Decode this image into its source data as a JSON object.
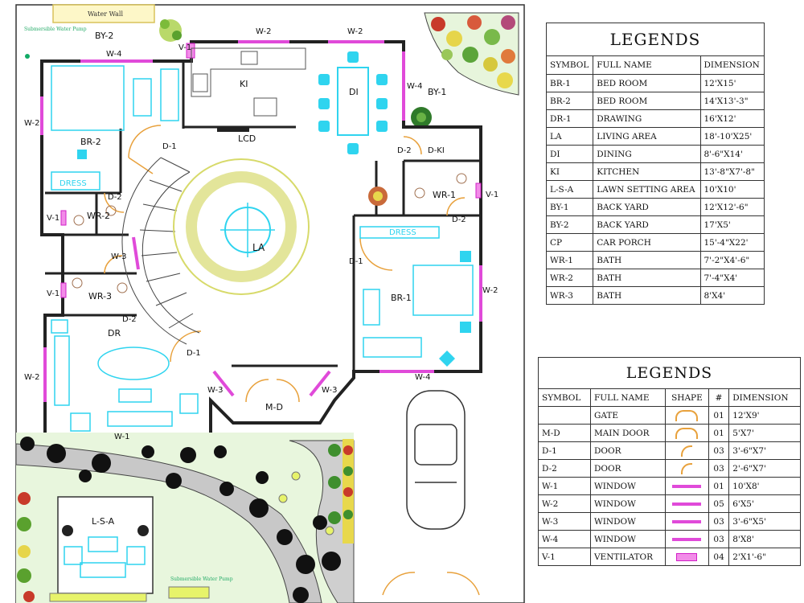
{
  "plan": {
    "labels": {
      "water_wall": "Water Wall",
      "submersible_top": "Submersible Water Pump",
      "submersible_bottom": "Submersible Water Pump",
      "by2": "BY-2",
      "by1": "BY-1",
      "w4_top": "W-4",
      "w2_top_a": "W-2",
      "w2_top_b": "W-2",
      "v1_top": "V-1",
      "ki": "KI",
      "di": "DI",
      "w4_right": "W-4",
      "w2_left": "W-2",
      "br2": "BR-2",
      "d1_br2": "D-1",
      "lcd": "LCD",
      "d2_dki": "D-2",
      "dki": "D-KI",
      "dress_left": "DRESS",
      "d2_left": "D-2",
      "wr2": "WR-2",
      "v1_left_a": "V-1",
      "wr1": "WR-1",
      "v1_right": "V-1",
      "d2_wr1": "D-2",
      "dress_right": "DRESS",
      "la": "LA",
      "w3_stair": "W-3",
      "d1_br1": "D-1",
      "br1": "BR-1",
      "w2_right": "W-2",
      "v1_left_b": "V-1",
      "wr3": "WR-3",
      "d2_wr3": "D-2",
      "dr": "DR",
      "d1_dr": "D-1",
      "w2_dr": "W-2",
      "w3_left": "W-3",
      "w3_right": "W-3",
      "md": "M-D",
      "w4_br1": "W-4",
      "w1_bottom": "W-1",
      "lsa": "L-S-A"
    }
  },
  "legend1": {
    "title": "LEGENDS",
    "headers": [
      "SYMBOL",
      "FULL NAME",
      "DIMENSION"
    ],
    "rows": [
      {
        "symbol": "BR-1",
        "name": "BED ROOM",
        "dim": "12'X15'"
      },
      {
        "symbol": "BR-2",
        "name": "BED ROOM",
        "dim": "14'X13'-3\""
      },
      {
        "symbol": "DR-1",
        "name": "DRAWING",
        "dim": "16'X12'"
      },
      {
        "symbol": "LA",
        "name": "LIVING AREA",
        "dim": "18'-10'X25'"
      },
      {
        "symbol": "DI",
        "name": "DINING",
        "dim": "8'-6\"X14'"
      },
      {
        "symbol": "KI",
        "name": "KITCHEN",
        "dim": "13'-8\"X7'-8\""
      },
      {
        "symbol": "L-S-A",
        "name": "LAWN SETTING AREA",
        "dim": "10'X10'"
      },
      {
        "symbol": "BY-1",
        "name": "BACK YARD",
        "dim": "12'X12'-6\""
      },
      {
        "symbol": "BY-2",
        "name": "BACK YARD",
        "dim": "17'X5'"
      },
      {
        "symbol": "CP",
        "name": "CAR PORCH",
        "dim": "15'-4\"X22'"
      },
      {
        "symbol": "WR-1",
        "name": "BATH",
        "dim": "7'-2\"X4'-6\""
      },
      {
        "symbol": "WR-2",
        "name": "BATH",
        "dim": "7'-4\"X4'"
      },
      {
        "symbol": "WR-3",
        "name": "BATH",
        "dim": "8'X4'"
      }
    ]
  },
  "legend2": {
    "title": "LEGENDS",
    "headers": [
      "SYMBOL",
      "FULL NAME",
      "SHAPE",
      "#",
      "DIMENSION"
    ],
    "rows": [
      {
        "symbol": "",
        "name": "GATE",
        "shape": "gate",
        "count": "01",
        "dim": "12'X9'"
      },
      {
        "symbol": "M-D",
        "name": "MAIN DOOR",
        "shape": "gate",
        "count": "01",
        "dim": "5'X7'"
      },
      {
        "symbol": "D-1",
        "name": "DOOR",
        "shape": "door",
        "count": "03",
        "dim": "3'-6\"X7'"
      },
      {
        "symbol": "D-2",
        "name": "DOOR",
        "shape": "door",
        "count": "03",
        "dim": "2'-6\"X7'"
      },
      {
        "symbol": "W-1",
        "name": "WINDOW",
        "shape": "bar",
        "count": "01",
        "dim": "10'X8'"
      },
      {
        "symbol": "W-2",
        "name": "WINDOW",
        "shape": "bar",
        "count": "05",
        "dim": "6'X5'"
      },
      {
        "symbol": "W-3",
        "name": "WINDOW",
        "shape": "bar",
        "count": "03",
        "dim": "3'-6\"X5'"
      },
      {
        "symbol": "W-4",
        "name": "WINDOW",
        "shape": "bar",
        "count": "03",
        "dim": "8'X8'"
      },
      {
        "symbol": "V-1",
        "name": "VENTILATOR",
        "shape": "vent",
        "count": "04",
        "dim": "2'X1'-6\""
      }
    ]
  }
}
